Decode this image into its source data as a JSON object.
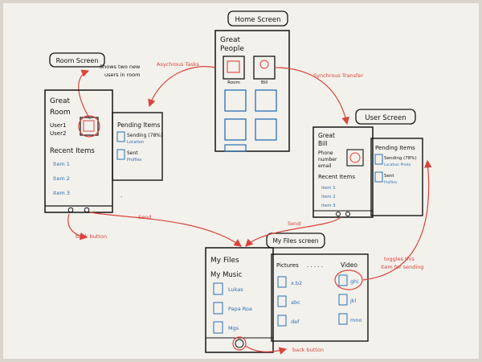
{
  "home": {
    "title": "Home Screen",
    "heading_line1": "Great",
    "heading_line2": "People",
    "tile_labels": [
      "Room",
      "Bill"
    ]
  },
  "room": {
    "title": "Room Screen",
    "note_line1": "Shows two new",
    "note_line2": "users in room",
    "heading_line1": "Great",
    "heading_line2": "Room",
    "users": [
      "User1",
      "User2"
    ],
    "recent_heading": "Recent Items",
    "items": [
      "item 1",
      "item 2",
      "item 3"
    ],
    "back_label": "back button"
  },
  "pending_left": {
    "title": "Pending Items",
    "entry1_line1": "Sending (78%)",
    "entry1_line2": "Location",
    "entry2_line1": "Sent",
    "entry2_line2": "Profiles"
  },
  "user": {
    "title": "User Screen",
    "heading_line1": "Great",
    "heading_line2": "Bill",
    "fields": [
      "Phone",
      "number",
      "email"
    ],
    "recent_heading": "Recent Items",
    "items": [
      "item 1",
      "item 2",
      "item 3"
    ]
  },
  "pending_right": {
    "title": "Pending Items",
    "entry1_line1": "Sending (78%)",
    "entry1_line2": "Location Photo",
    "entry2_line1": "Sent",
    "entry2_line2": "Profiles"
  },
  "files": {
    "title": "My Files screen",
    "heading1": "My Files",
    "heading2": "My Music",
    "music": [
      "Lukas",
      "Papa Roa",
      "Mgs"
    ],
    "pictures_label": "Pictures",
    "dots": ". . . . .",
    "video_label": "Video",
    "pictures": [
      "x.b2",
      "abc",
      "def"
    ],
    "videos": [
      "ghi",
      "jkl",
      "mno"
    ],
    "back_label": "back button"
  },
  "arrows": {
    "async": "Asychrous Tasks",
    "sync": "Synchrous Transfer",
    "send_left": "Send",
    "send_right": "Send",
    "toggle_line1": "toggles this",
    "toggle_line2": "item for sending"
  },
  "colors": {
    "ink": "#141414",
    "blue": "#2a6fb5",
    "red": "#d8443c",
    "paper": "#f3f1ec"
  }
}
